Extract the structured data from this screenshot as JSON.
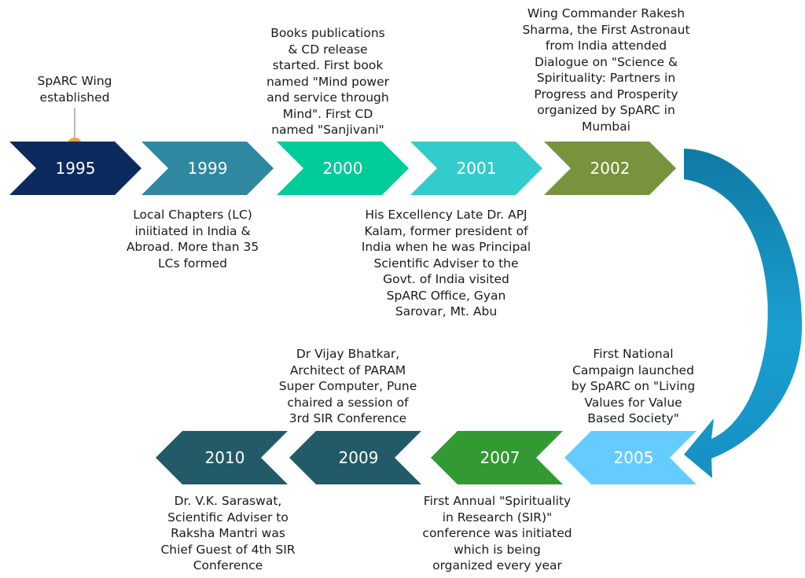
{
  "timeline": {
    "top_row": [
      {
        "year": "1995",
        "color": "#0b2a5e",
        "note": "SpARC Wing\nestablished"
      },
      {
        "year": "1999",
        "color": "#2f88a0",
        "note": "Local Chapters (LC)\niniitiated in India &\nAbroad. More than 35\nLCs formed"
      },
      {
        "year": "2000",
        "color": "#00cc99",
        "note": "Books publications\n& CD release\nstarted. First book\nnamed \"Mind power\nand service through\nMind\". First CD\nnamed \"Sanjivani\""
      },
      {
        "year": "2001",
        "color": "#33cccc",
        "note": "His Excellency Late Dr. APJ\nKalam, former president of\nIndia when he was Principal\nScientific Adviser to the\nGovt. of India visited\nSpARC Office, Gyan\nSarovar, Mt. Abu"
      },
      {
        "year": "2002",
        "color": "#77933c",
        "note": "Wing Commander Rakesh\nSharma, the First Astronaut\nfrom India attended\nDialogue on \"Science &\nSpirituality: Partners in\nProgress and Prosperity\norganized by SpARC in\nMumbai"
      }
    ],
    "bottom_row": [
      {
        "year": "2005",
        "color": "#66ccff",
        "note": "First National\nCampaign launched\nby SpARC on \"Living\nValues for Value\nBased Society\""
      },
      {
        "year": "2007",
        "color": "#339933",
        "note": "First Annual \"Spirituality\nin Research (SIR)\"\nconference was initiated\nwhich is  being\norganized every year"
      },
      {
        "year": "2009",
        "color": "#235a68",
        "note": "Dr Vijay Bhatkar,\nArchitect of PARAM\nSuper Computer, Pune\nchaired a session of\n3rd SIR Conference"
      },
      {
        "year": "2010",
        "color": "#235a68",
        "note": "Dr. V.K. Saraswat,\nScientific Adviser to\nRaksha Mantri was\nChief Guest of 4th SIR\nConference"
      }
    ],
    "accent": {
      "pin_color": "#f0a040",
      "curve_arrow_color": "#1a8fbf"
    }
  }
}
